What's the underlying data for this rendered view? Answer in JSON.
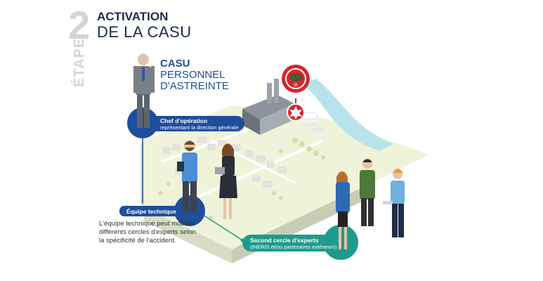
{
  "header": {
    "step_number": "2",
    "step_word": "ÉTAPE",
    "title_line1": "ACTIVATION",
    "title_line2": "DE LA CASU"
  },
  "casu": {
    "title": "CASU",
    "subtitle_line1": "PERSONNEL",
    "subtitle_line2": "D'ASTREINTE"
  },
  "chef": {
    "title": "Chef d'opération",
    "subtitle": "représentant la direction générale"
  },
  "equipe": {
    "title": "Équipe technique",
    "description": "L'équipe technique peut mobilier différents cercles d'experts selon la spécificité de l'accident."
  },
  "experts": {
    "title": "Second cercle d'experts",
    "subtitle": "(INERIS et/ou partenaires extérieurs)"
  },
  "colors": {
    "navy": "#1f4e9c",
    "teal": "#1e9b8c",
    "red": "#d6262e",
    "ground": "#eef3d9",
    "grey": "#d5d5d5"
  },
  "icons": [
    "toxic-cloud-icon",
    "explosion-icon"
  ]
}
